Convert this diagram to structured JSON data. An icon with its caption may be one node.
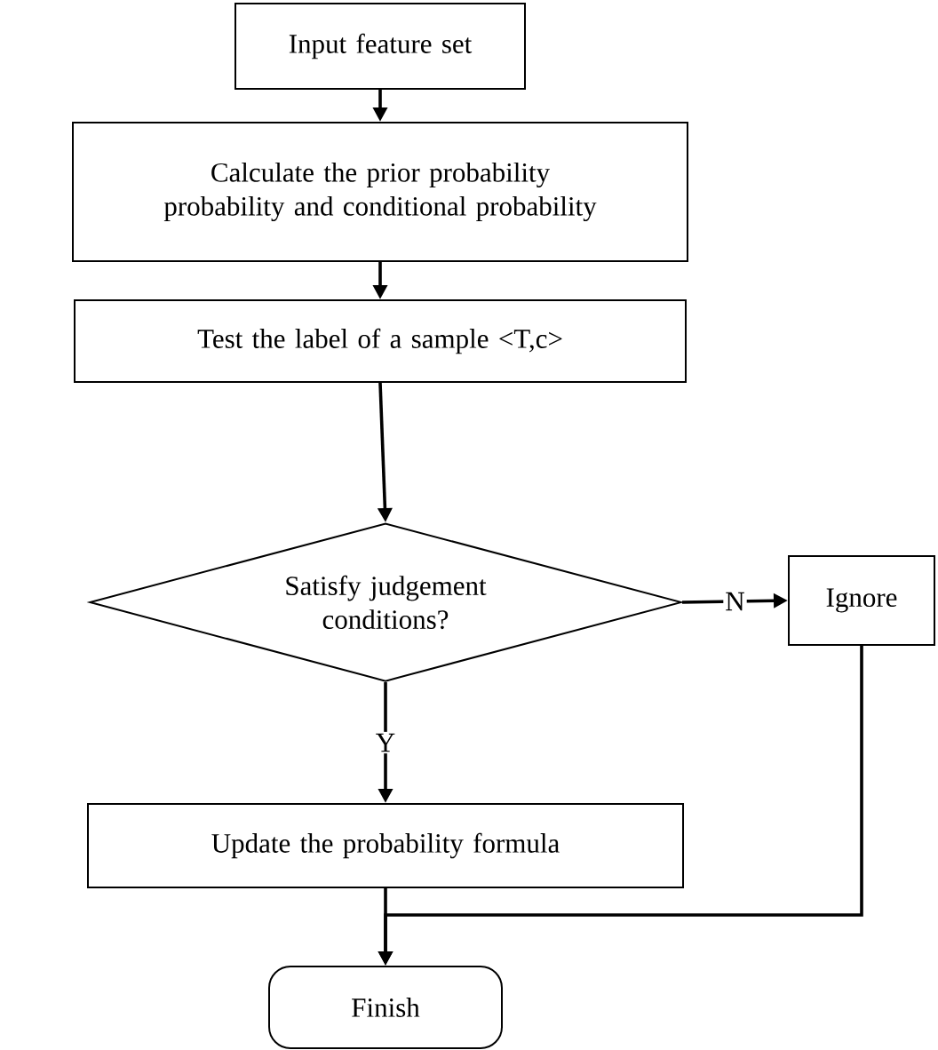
{
  "diagram": {
    "nodes": [
      {
        "text": [
          "Input feature set"
        ]
      },
      {
        "text": [
          "Calculate the prior probability probability and conditional probability"
        ]
      },
      {
        "text": [
          "Test the label of a sample <T,c>"
        ]
      },
      {
        "text": [
          "Satisfy judgement conditions?"
        ]
      },
      {
        "text": [
          "Ignore"
        ]
      },
      {
        "text": [
          "Update the probability formula"
        ]
      },
      {
        "text": [
          "Finish"
        ]
      }
    ],
    "edges": [
      {
        "from": 0,
        "to": 1,
        "arrow": "to"
      },
      {
        "from": 1,
        "to": 2,
        "arrow": "to"
      },
      {
        "from": 2,
        "to": 3,
        "arrow": "to"
      },
      {
        "from": 3,
        "to": 4,
        "arrow": "to",
        "label": "N"
      },
      {
        "from": 3,
        "to": 5,
        "arrow": "to",
        "label": "Y"
      },
      {
        "from": 5,
        "to": 6,
        "arrow": "to"
      },
      {
        "from": 4,
        "to": 6,
        "arrow": "to"
      }
    ]
  }
}
